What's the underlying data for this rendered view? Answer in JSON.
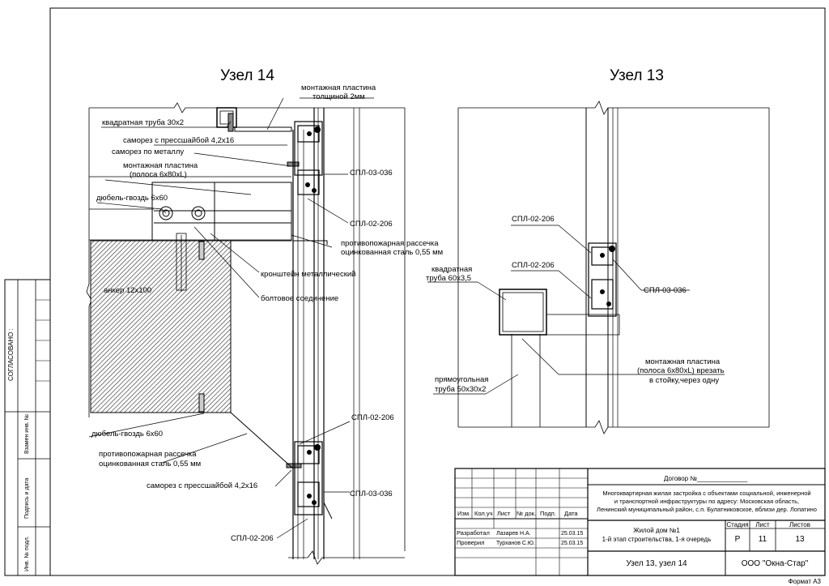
{
  "uzel14": {
    "title": "Узел 14",
    "labels": {
      "plate_2mm_l1": "монтажная пластина",
      "plate_2mm_l2": "толщиной 2мм",
      "square_tube": "квадратная труба 30х2",
      "screw_washer_top": "саморез с прессшайбой 4,2х16",
      "screw_metal": "саморез по металлу",
      "plate_strip_l1": "монтажная пластина",
      "plate_strip_l2": "(полоса 6х80хL)",
      "spl036_top": "СПЛ-03-036",
      "dowel_top": "дюбель-гвоздь 6х60",
      "spl206_top": "СПЛ-02-206",
      "fire_cut_top_l1": "противопожарная рассечка",
      "fire_cut_top_l2": "оцинкованная сталь 0,55 мм",
      "bracket": "кронштейн металлический",
      "anchor": "анкер 12х100",
      "bolt": "болтовое соединение",
      "spl206_mid": "СПЛ-02-206",
      "dowel_bottom": "дюбель-гвоздь 6х60",
      "fire_cut_bottom_l1": "противопожарная рассечка",
      "fire_cut_bottom_l2": "оцинкованная сталь 0,55 мм",
      "screw_washer_bottom": "саморез с прессшайбой 4,2х16",
      "spl036_bottom": "СПЛ-03-036",
      "spl206_bottom": "СПЛ-02-206"
    }
  },
  "uzel13": {
    "title": "Узел 13",
    "labels": {
      "spl206_a": "СПЛ-02-206",
      "spl206_b": "СПЛ-02-206",
      "spl036": "СПЛ-03-036",
      "sq_tube_l1": "квадратная",
      "sq_tube_l2": "труба 60х3,5",
      "plate_l1": "монтажная пластина",
      "plate_l2": "(полоса 6х80хL) врезать",
      "plate_l3": "в стойку,через одну",
      "rect_tube_l1": "прямоугольная",
      "rect_tube_l2": "труба 50х30х2"
    }
  },
  "side_stamp": {
    "agreed": "СОГЛАСОВАНО :",
    "inv_replace": "Взамен инв. №",
    "sign_date": "Подпись и дата",
    "inv_orig": "Инв. № подл."
  },
  "title_block": {
    "contract": "Договор №______________",
    "project": [
      "Многоквартирная жилая застройка с объектами социальной, инженерной",
      "и транспортной инфраструктуры по адресу: Московская область,",
      "Ленинский муниципальный район, с.п. Булатниковское, вблизи дер. Лопатино"
    ],
    "col_headers": [
      "Изм.",
      "Кол.уч",
      "Лист",
      "№ док.",
      "Подп.",
      "Дата"
    ],
    "rows": [
      {
        "role": "Разработал",
        "name": "Лазарев Н.А.",
        "date": "25.03.15"
      },
      {
        "role": "Проверил",
        "name": "Турханов С.Ю.",
        "date": "25.03.15"
      }
    ],
    "object_l1": "Жилой дом №1",
    "object_l2": "1-й этап строительства, 1-я очередь",
    "stage_hdr": "Стадия",
    "sheet_hdr": "Лист",
    "sheets_hdr": "Листов",
    "stage": "Р",
    "sheet": "11",
    "sheets": "13",
    "drawing_name": "Узел 13, узел 14",
    "company": "ООО \"Окна-Стар\""
  },
  "format": "Формат А3"
}
